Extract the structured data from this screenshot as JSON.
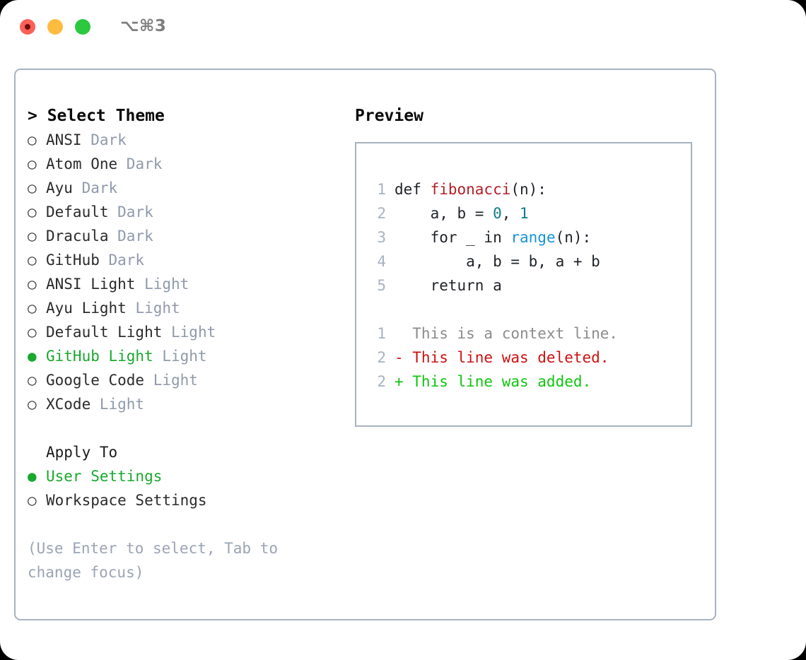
{
  "titlebar": {
    "shortcut": "⌥⌘3",
    "dots": [
      "close-red",
      "minimize-amber",
      "maximize-green"
    ]
  },
  "theme_picker": {
    "header": "> Select Theme",
    "items": [
      {
        "marker": "○",
        "label": "ANSI",
        "suffix": "Dark",
        "selected": false
      },
      {
        "marker": "○",
        "label": "Atom One",
        "suffix": "Dark",
        "selected": false
      },
      {
        "marker": "○",
        "label": "Ayu",
        "suffix": "Dark",
        "selected": false
      },
      {
        "marker": "○",
        "label": "Default",
        "suffix": "Dark",
        "selected": false
      },
      {
        "marker": "○",
        "label": "Dracula",
        "suffix": "Dark",
        "selected": false
      },
      {
        "marker": "○",
        "label": "GitHub",
        "suffix": "Dark",
        "selected": false
      },
      {
        "marker": "○",
        "label": "ANSI Light",
        "suffix": "Light",
        "selected": false
      },
      {
        "marker": "○",
        "label": "Ayu Light",
        "suffix": "Light",
        "selected": false
      },
      {
        "marker": "○",
        "label": "Default Light",
        "suffix": "Light",
        "selected": false
      },
      {
        "marker": "●",
        "label": "GitHub Light",
        "suffix": "Light",
        "selected": true
      },
      {
        "marker": "○",
        "label": "Google Code",
        "suffix": "Light",
        "selected": false
      },
      {
        "marker": "○",
        "label": "XCode",
        "suffix": "Light",
        "selected": false
      }
    ]
  },
  "apply_to": {
    "header": "Apply To",
    "items": [
      {
        "marker": "●",
        "label": "User Settings",
        "selected": true
      },
      {
        "marker": "○",
        "label": "Workspace Settings",
        "selected": false
      }
    ]
  },
  "hint": "(Use Enter to select, Tab to change focus)",
  "preview": {
    "title": "Preview",
    "code_lines": [
      {
        "no": "1",
        "tokens": [
          {
            "text": "def ",
            "type": "plain"
          },
          {
            "text": "fibonacci",
            "type": "func"
          },
          {
            "text": "(n):",
            "type": "plain"
          }
        ]
      },
      {
        "no": "2",
        "tokens": [
          {
            "text": "    a, b = ",
            "type": "plain"
          },
          {
            "text": "0",
            "type": "num"
          },
          {
            "text": ", ",
            "type": "plain"
          },
          {
            "text": "1",
            "type": "num"
          }
        ]
      },
      {
        "no": "3",
        "tokens": [
          {
            "text": "    for _ in ",
            "type": "plain"
          },
          {
            "text": "range",
            "type": "builtin"
          },
          {
            "text": "(n):",
            "type": "plain"
          }
        ]
      },
      {
        "no": "4",
        "tokens": [
          {
            "text": "        a, b = b, a + b",
            "type": "plain"
          }
        ]
      },
      {
        "no": "5",
        "tokens": [
          {
            "text": "    return a",
            "type": "plain"
          }
        ]
      }
    ],
    "diff_lines": [
      {
        "no": "1",
        "text": "  This is a context line.",
        "type": "context"
      },
      {
        "no": "2",
        "text": "- This line was deleted.",
        "type": "del"
      },
      {
        "no": "2",
        "text": "+ This line was added.",
        "type": "add"
      }
    ]
  },
  "colors": {
    "accent_green": "#1aa82e",
    "muted": "#8f9aab",
    "border": "#a8b2c1",
    "func_red": "#b31d28",
    "num_teal": "#0e7c86",
    "builtin_blue": "#1592d6",
    "diff_del": "#cc1111",
    "diff_add": "#10c410"
  }
}
